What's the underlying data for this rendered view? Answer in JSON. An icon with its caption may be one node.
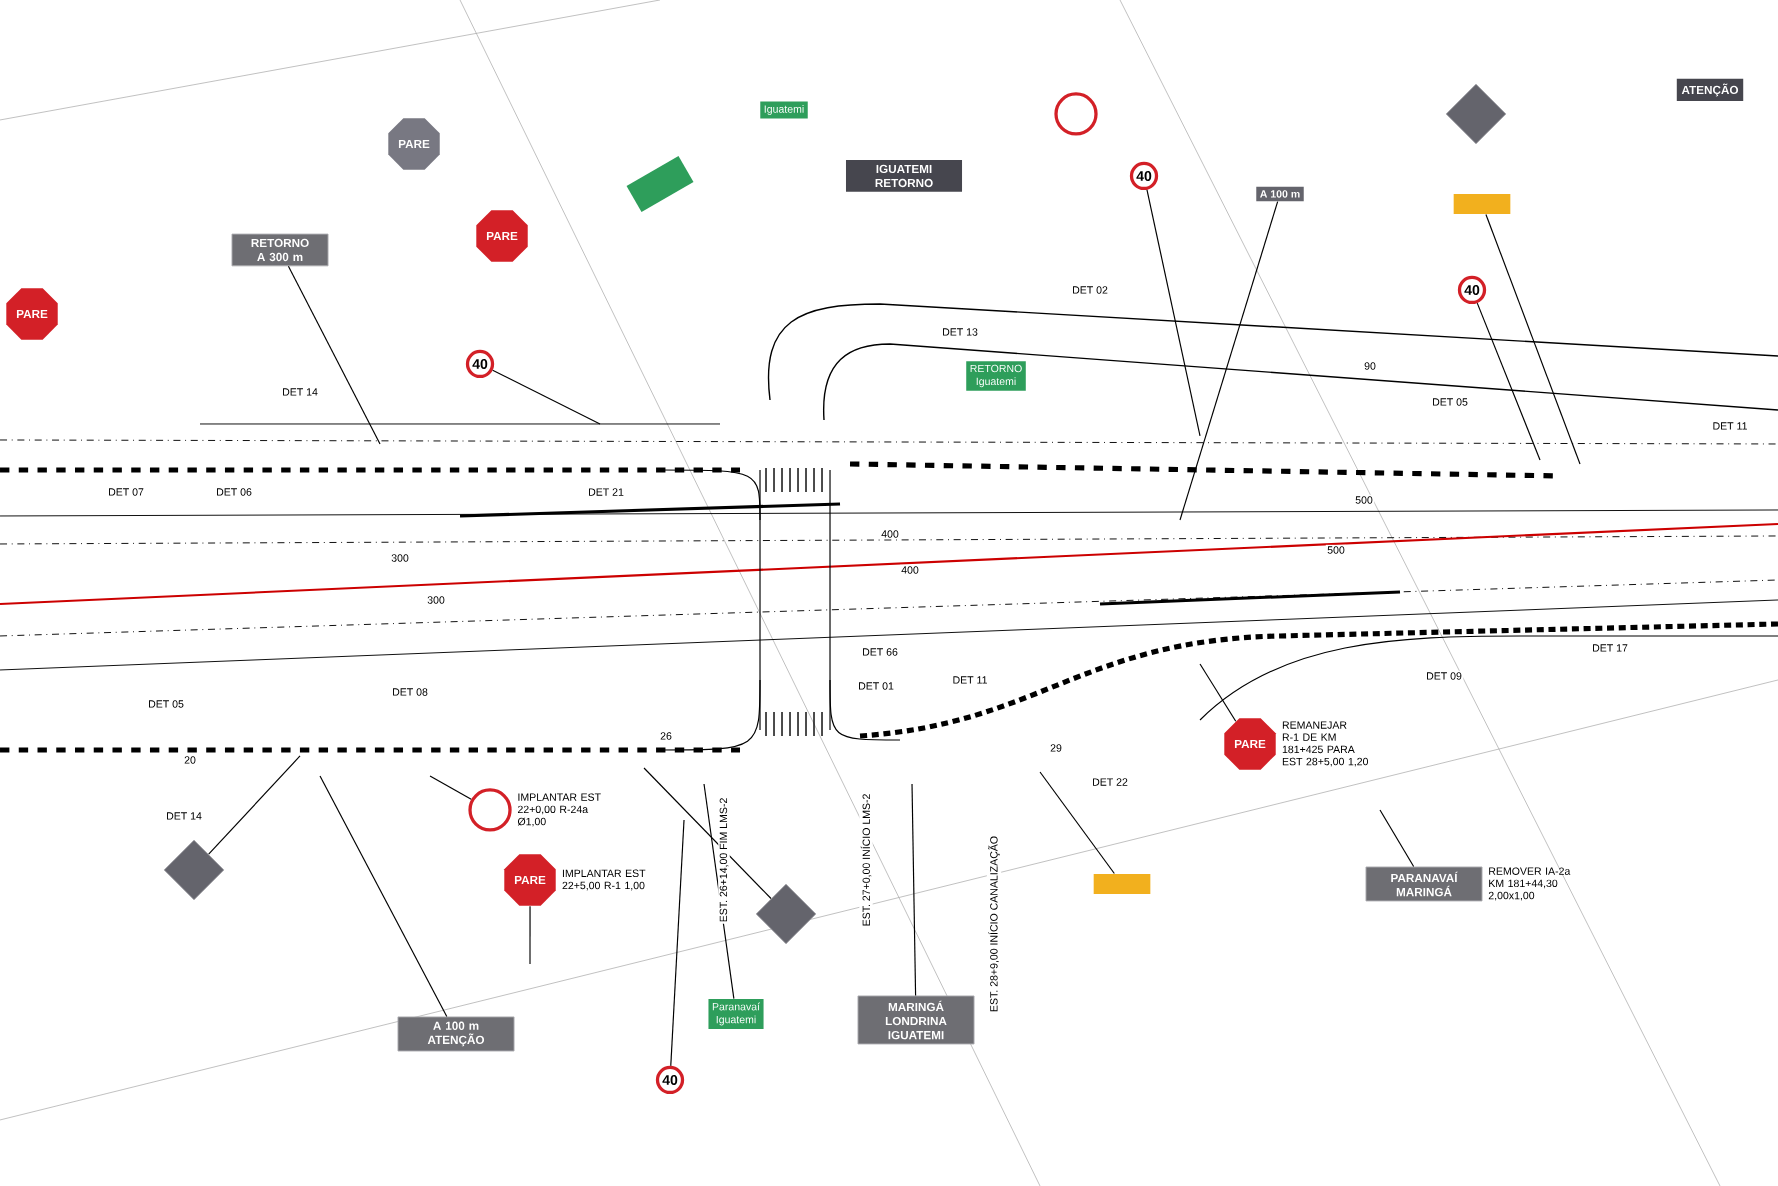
{
  "diagram": {
    "nodes": [
      {
        "text": [
          "PARE"
        ]
      },
      {
        "text": [
          "RETORNO A 300 m"
        ]
      },
      {
        "text": [
          "PARE"
        ]
      },
      {
        "text": [
          "PARE"
        ]
      },
      {
        "text": [
          "40"
        ]
      },
      {
        "text": [
          "Iguatemi"
        ]
      },
      {
        "text": [],
        "shape": "box"
      },
      {
        "text": [
          "IGUATEMI",
          "RETORNO"
        ]
      },
      {
        "text": [],
        "shape": "circle"
      },
      {
        "text": [
          "40"
        ]
      },
      {
        "text": [
          "RETORNO",
          "Iguatemi"
        ]
      },
      {
        "text": [
          "A 100 m"
        ]
      },
      {
        "text": [],
        "shape": "diamond"
      },
      {
        "text": [],
        "shape": "bar"
      },
      {
        "text": [
          "40"
        ]
      },
      {
        "text": [
          "ATENÇÃO"
        ]
      },
      {
        "text": [],
        "shape": "diamond"
      },
      {
        "text": [],
        "shape": "circle",
        "beside": [
          "IMPLANTAR EST 22+0,00 R-24a Ø1,00"
        ]
      },
      {
        "text": [
          "PARE"
        ],
        "beside": [
          "IMPLANTAR EST 22+5,00 R-1 1,00"
        ]
      },
      {
        "text": [
          "A 100 m",
          "ATENÇÃO"
        ]
      },
      {
        "text": [],
        "shape": "diamond"
      },
      {
        "text": [
          "Paranavaí",
          "Iguatemi"
        ]
      },
      {
        "text": [
          "40"
        ]
      },
      {
        "text": [
          "MARINGÁ LONDRINA",
          "IGUATEMI"
        ]
      },
      {
        "text": [],
        "shape": "bar"
      },
      {
        "text": [
          "PARE"
        ],
        "beside": [
          "REMANEJAR R-1 DE KM 181+425 PARA EST 28+5,00 1,20"
        ]
      },
      {
        "text": [
          "PARANAVAÍ",
          "MARINGÁ"
        ],
        "beside": [
          "REMOVER IA-2a KM 181+44,30 2,00x1,00"
        ]
      }
    ],
    "edges": [
      {
        "from": 1,
        "to": null,
        "arrow": "none"
      },
      {
        "from": 4,
        "to": null,
        "arrow": "none"
      },
      {
        "from": 9,
        "to": null,
        "arrow": "none"
      },
      {
        "from": 14,
        "to": null,
        "arrow": "none"
      },
      {
        "from": 11,
        "to": null,
        "arrow": "none"
      },
      {
        "from": 13,
        "to": null,
        "arrow": "none"
      },
      {
        "from": 16,
        "to": null,
        "arrow": "none"
      },
      {
        "from": 19,
        "to": null,
        "arrow": "none"
      },
      {
        "from": 20,
        "to": null,
        "arrow": "none"
      },
      {
        "from": 21,
        "to": null,
        "arrow": "none"
      },
      {
        "from": 23,
        "to": null,
        "arrow": "none"
      },
      {
        "from": 24,
        "to": null,
        "arrow": "none"
      },
      {
        "from": 25,
        "to": null,
        "arrow": "none"
      },
      {
        "from": 26,
        "to": null,
        "arrow": "none"
      },
      {
        "from": 18,
        "to": null,
        "arrow": "none"
      },
      {
        "from": 17,
        "to": null,
        "arrow": "none"
      },
      {
        "from": 22,
        "to": null,
        "arrow": "none"
      }
    ],
    "labels": [
      "DET 14",
      "DET 07",
      "DET 06",
      "DET 21",
      "DET 13",
      "DET 02",
      "DET 05",
      "DET 11",
      "300",
      "400",
      "500",
      "90",
      "300",
      "400",
      "500",
      "DET 66",
      "DET 01",
      "DET 11",
      "DET 09",
      "DET 17",
      "DET 05",
      "DET 08",
      "20",
      "26",
      "29",
      "DET 14",
      "DET 22",
      "EST. 26+14,00 FIM LMS-2",
      "EST. 27+0,00 INÍCIO LMS-2",
      "EST. 28+9,00 INÍCIO CANALIZAÇÃO"
    ]
  }
}
